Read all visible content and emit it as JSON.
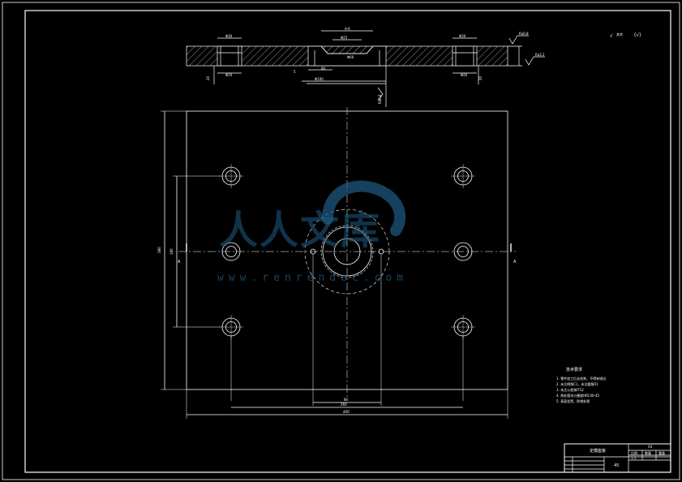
{
  "watermark": {
    "chinese": "人人文库",
    "url": "www.renrendoc.com"
  },
  "roughness_note": {
    "symbol": "√",
    "label": "其余",
    "bracket": "(√)"
  },
  "section_view": {
    "dims": {
      "left_hole_dia": "Φ30",
      "right_hole_dia": "Φ30",
      "left_counter": "Φ20",
      "right_counter": "Φ20",
      "left_depth": "20",
      "right_depth": "20",
      "center_top": "Φ25",
      "center_bore": "Φ60",
      "center_width": "80",
      "center_height": "5",
      "ring_dia": "Φ100",
      "section_label": "A-A",
      "roughness_top": "Ra0.8",
      "roughness_side": "Ra3.2",
      "roughness_center": "Ra0.8"
    }
  },
  "plan_view": {
    "dims": {
      "height_outer": "380",
      "height_inner": "180",
      "width_overall": "400",
      "width_mid": "260",
      "width_inner": "80"
    },
    "section_marks": {
      "left": "A",
      "right": "A"
    }
  },
  "notes": {
    "title": "技术要求",
    "items": [
      "1. 零件加工后去毛刺，不得有锐边",
      "2. 未注倒角C1，未注圆角R1",
      "3. 未注公差按IT12",
      "4. 热处理淬火硬度HRC40-45",
      "5. 表面发黑，防锈处理"
    ]
  },
  "title_block": {
    "part_name": "定模座板",
    "code": "A3",
    "material": "45",
    "cells": {
      "scale_label": "比例",
      "qty_label": "数量",
      "weight_label": "重量",
      "scale_value": "1:1"
    }
  },
  "colors": {
    "line": "#ffffff",
    "watermark": "#1f5c86",
    "background": "#000000"
  }
}
